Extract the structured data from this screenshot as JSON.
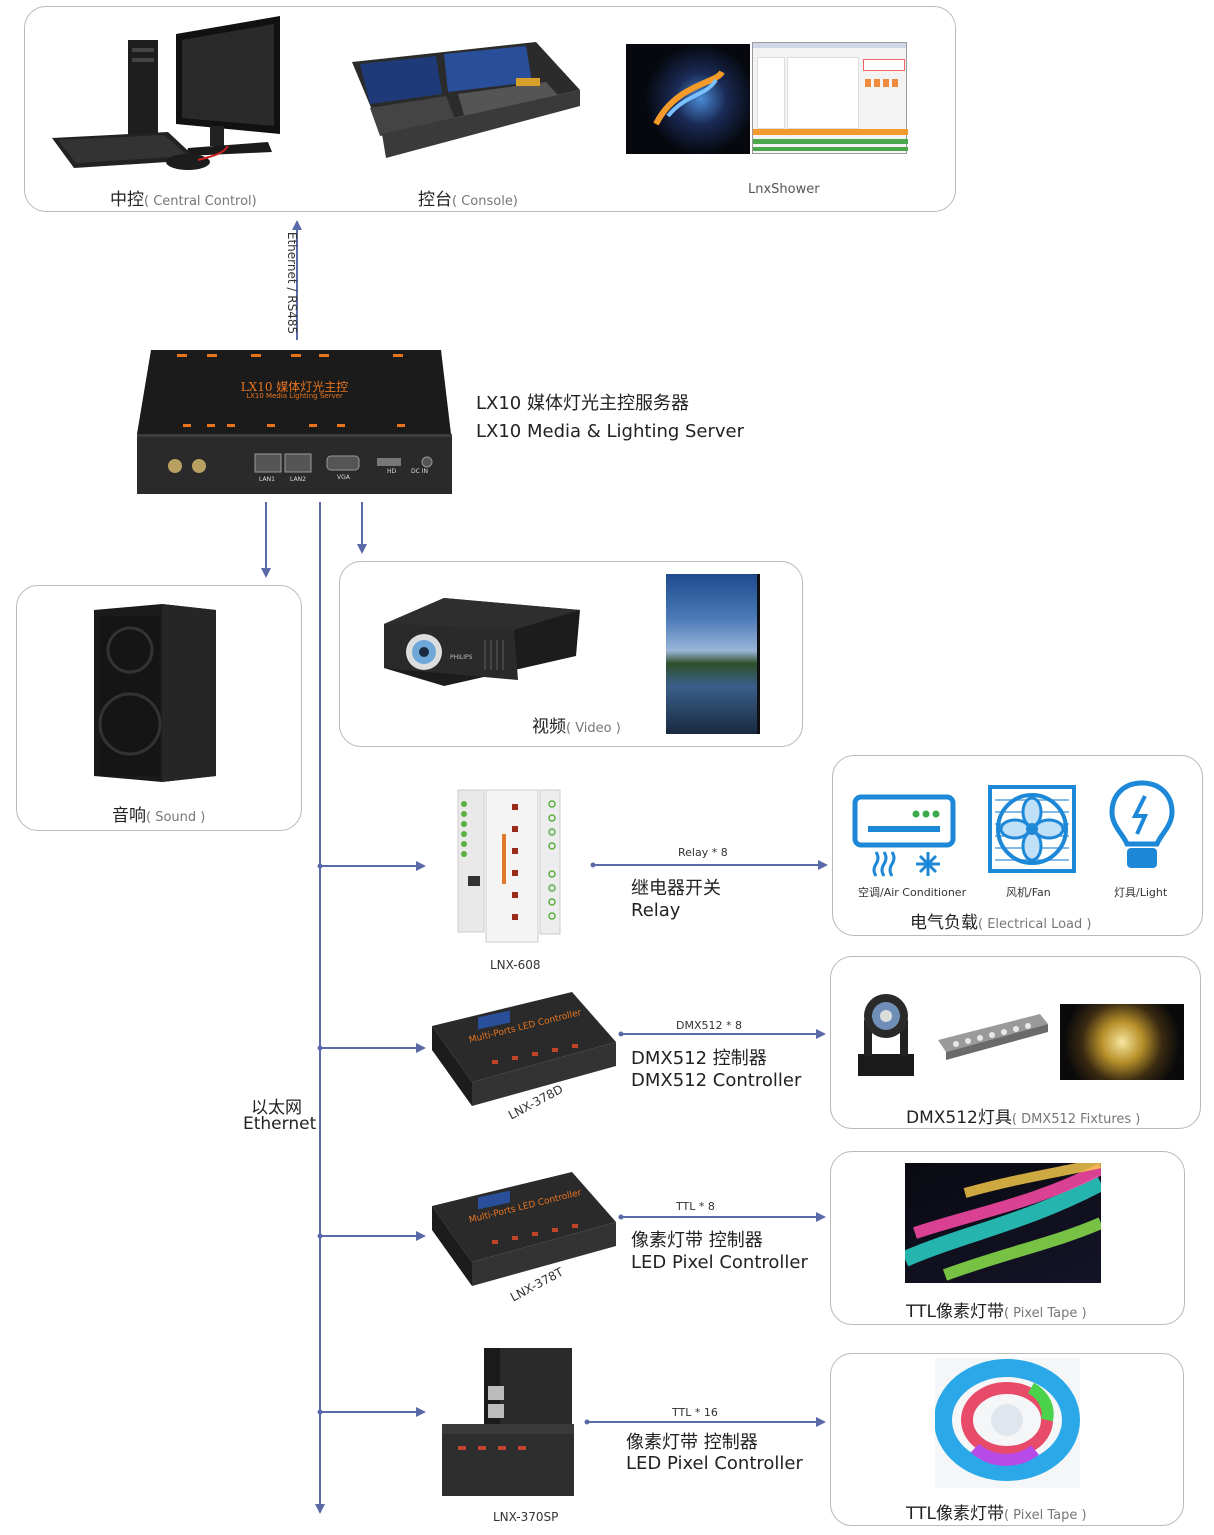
{
  "top": {
    "central": {
      "cn": "中控",
      "en": "( Central Control)"
    },
    "console": {
      "cn": "控台",
      "en": "( Console)"
    },
    "lnx": {
      "name": "LnxShower"
    }
  },
  "link_top": "Ethernet / RS485",
  "server": {
    "device_title": "LX10 媒体灯光主控",
    "device_sub": "LX10 Media Lighting Server",
    "port_lan1": "LAN1",
    "port_lan2": "LAN2",
    "port_vga": "VGA",
    "port_hd": "HD",
    "port_dc": "DC IN",
    "title_cn": "LX10 媒体灯光主控服务器",
    "title_en": "LX10 Media & Lighting Server"
  },
  "sound": {
    "cn": "音响",
    "en": "( Sound )"
  },
  "video": {
    "cn": "视频",
    "en": "( Video )",
    "brand": "PHILIPS"
  },
  "ethernet": {
    "cn": "以太网",
    "en": "Ethernet"
  },
  "relay": {
    "model": "LNX-608",
    "tag": "Relay * 8",
    "cn": "继电器开关",
    "en": "Relay",
    "load": {
      "ac": "空调/Air Conditioner",
      "fan": "风机/Fan",
      "light": "灯具/Light",
      "cn": "电气负载",
      "en": "( Electrical Load )"
    }
  },
  "dmx": {
    "model": "LNX-378D",
    "tag": "DMX512 * 8",
    "cn": "DMX512 控制器",
    "en": "DMX512 Controller",
    "dev_label": "Multi-Ports LED Controller",
    "fixtures_cn": "DMX512灯具",
    "fixtures_en": "( DMX512 Fixtures )"
  },
  "ttl8": {
    "model": "LNX-378T",
    "tag": "TTL * 8",
    "cn": "像素灯带 控制器",
    "en": "LED Pixel Controller",
    "dev_label": "Multi-Ports LED Controller",
    "tape_cn": "TTL像素灯带",
    "tape_en": "( Pixel Tape )"
  },
  "ttl16": {
    "model": "LNX-370SP",
    "tag": "TTL * 16",
    "cn": "像素灯带 控制器",
    "en": "LED Pixel Controller",
    "tape_cn": "TTL像素灯带",
    "tape_en": "( Pixel Tape )"
  },
  "colors": {
    "wire": "#5a6aa8",
    "accent": "#e8741e",
    "icon_blue": "#1e88d8"
  }
}
